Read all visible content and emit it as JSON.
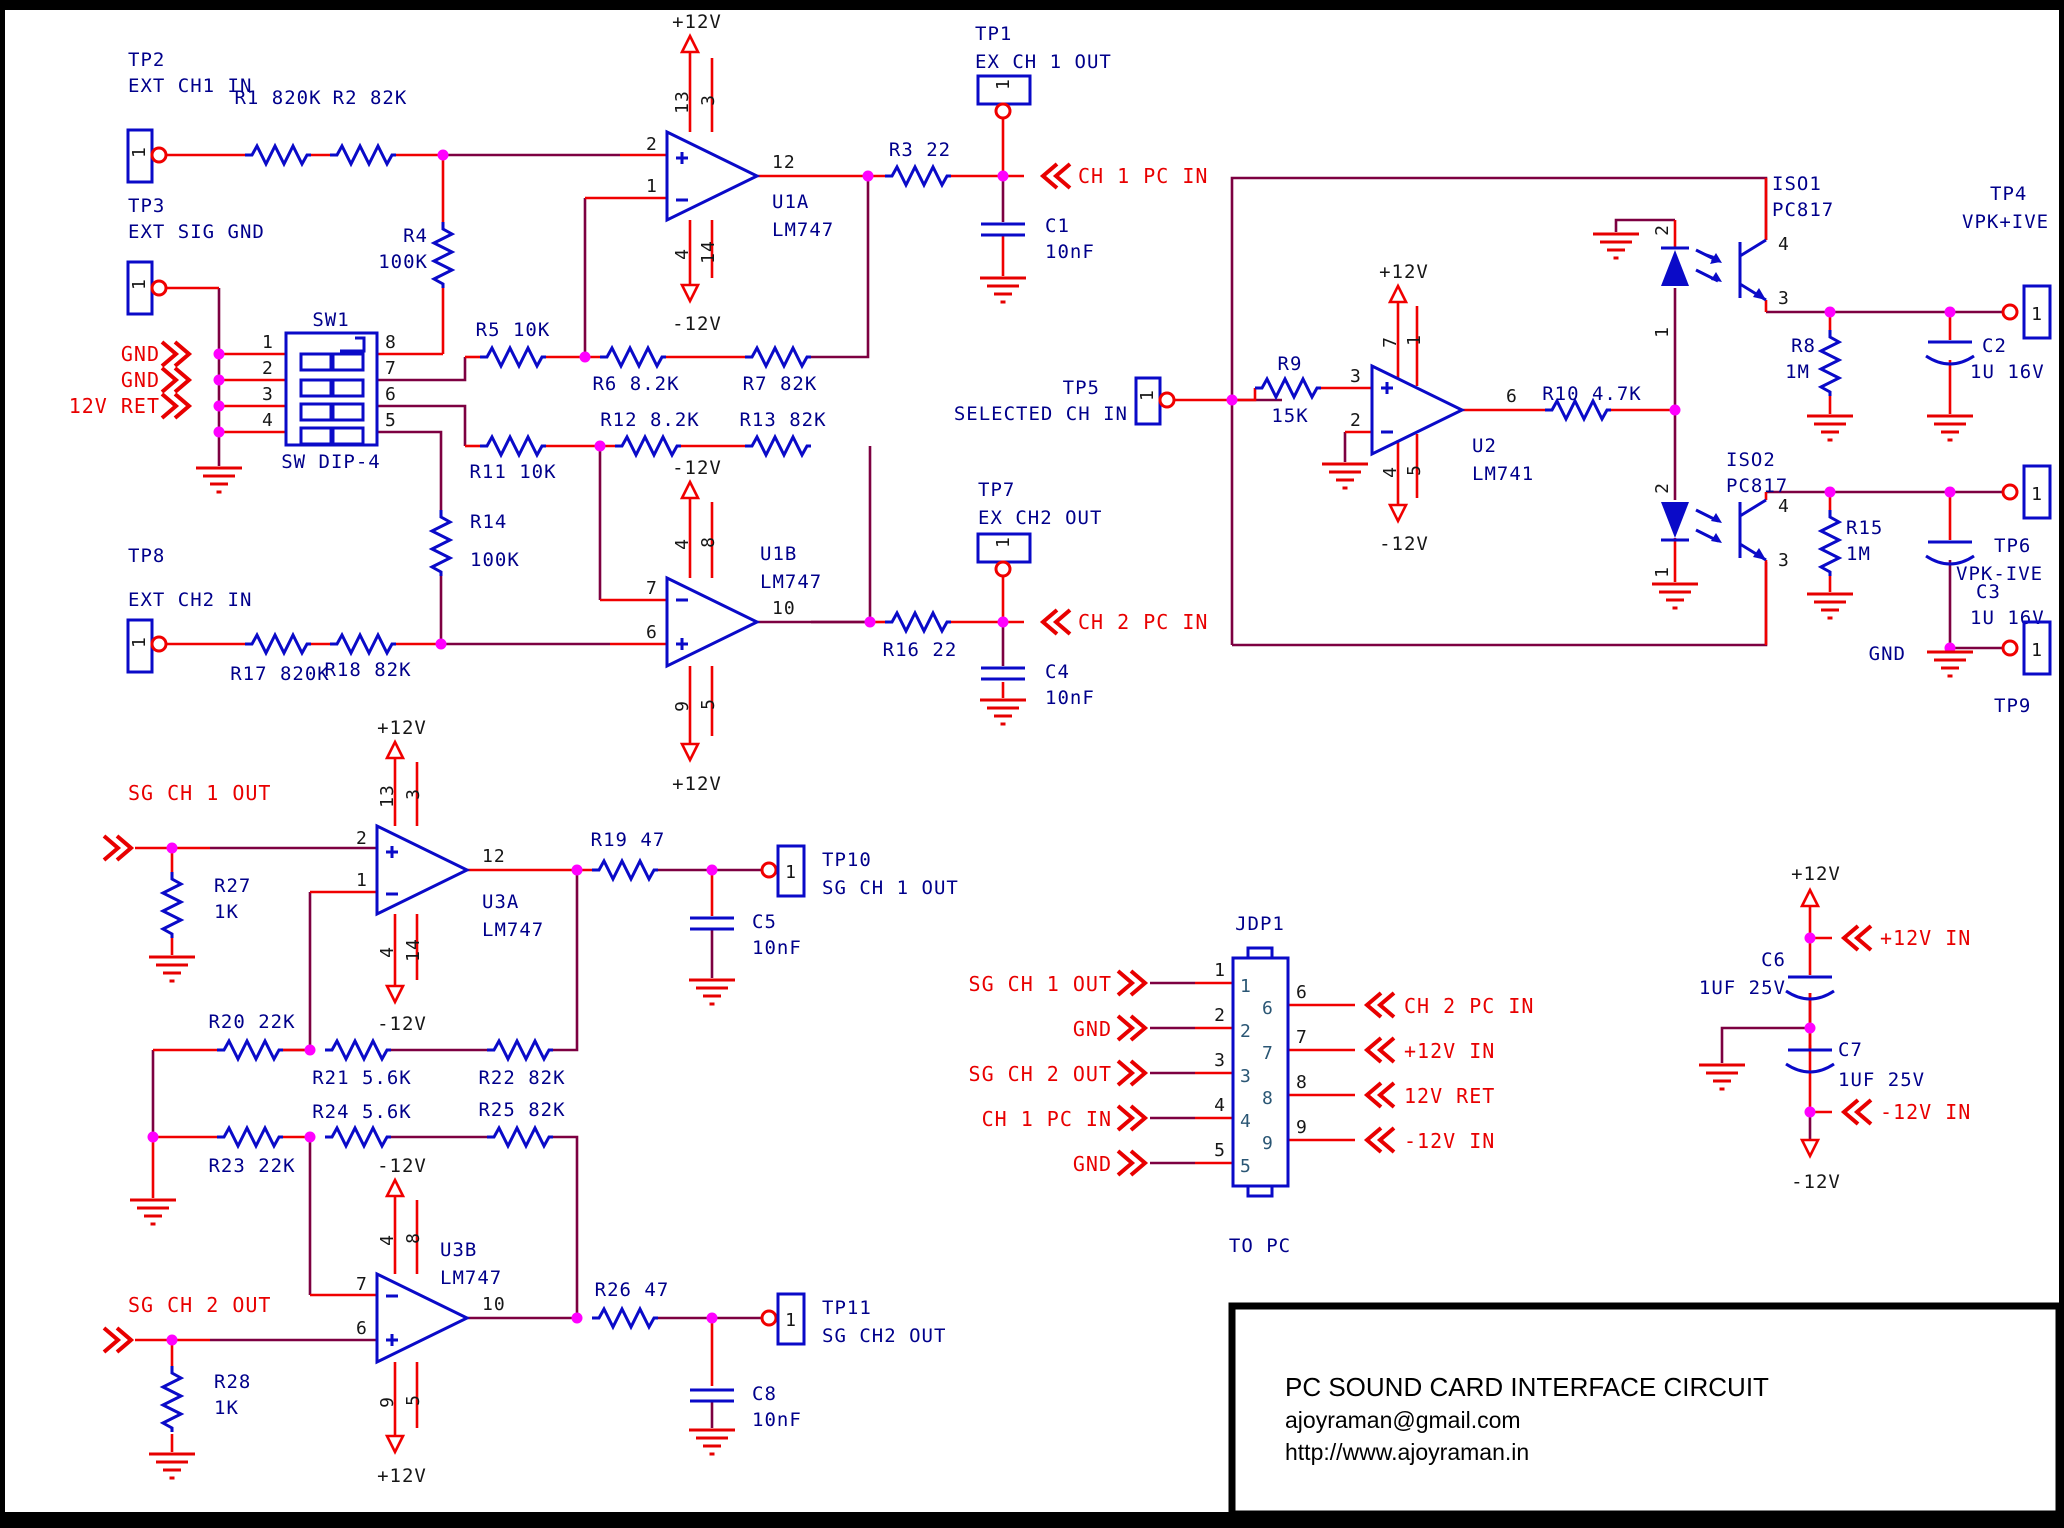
{
  "title_block": {
    "line1": "PC SOUND CARD INTERFACE CIRCUIT",
    "line2": "ajoyraman@gmail.com",
    "line3": "http://www.ajoyraman.in"
  },
  "power": {
    "p": "+12V",
    "m": "-12V"
  },
  "pins": {
    "1": "1",
    "2": "2",
    "3": "3",
    "4": "4",
    "5": "5",
    "6": "6",
    "7": "7",
    "8": "8",
    "9": "9",
    "10": "10",
    "12": "12",
    "13": "13",
    "14": "14"
  },
  "nets": {
    "gnd": "GND",
    "ret12": "12V RET",
    "ch1pc": "CH 1 PC IN",
    "ch2pc": "CH 2 PC IN",
    "sg1": "SG CH 1 OUT",
    "sg2": "SG CH 2 OUT",
    "p12in": "+12V IN",
    "m12in": "-12V IN"
  },
  "testpoints": {
    "tp1": {
      "ref": "TP1",
      "label": "EX CH 1 OUT"
    },
    "tp2": {
      "ref": "TP2",
      "label": "EXT CH1 IN"
    },
    "tp3": {
      "ref": "TP3",
      "label": "EXT SIG GND"
    },
    "tp4": {
      "ref": "TP4",
      "label": "VPK+IVE"
    },
    "tp5": {
      "ref": "TP5",
      "label": "SELECTED CH IN"
    },
    "tp6": {
      "ref": "TP6",
      "label": "VPK-IVE"
    },
    "tp7": {
      "ref": "TP7",
      "label": "EX CH2 OUT"
    },
    "tp8": {
      "ref": "TP8",
      "label": "EXT CH2 IN"
    },
    "tp9": {
      "ref": "TP9"
    },
    "tp10": {
      "ref": "TP10",
      "label": "SG CH 1 OUT"
    },
    "tp11": {
      "ref": "TP11",
      "label": "SG CH2 OUT"
    }
  },
  "resistors": {
    "r1": "R1 820K",
    "r2": "R2 82K",
    "r3": "R3 22",
    "r4_ref": "R4",
    "r4_val": "100K",
    "r5": "R5 10K",
    "r6": "R6 8.2K",
    "r7": "R7 82K",
    "r8_ref": "R8",
    "r8_val": "1M",
    "r9_ref": "R9",
    "r9_val": "15K",
    "r10": "R10 4.7K",
    "r11": "R11 10K",
    "r12": "R12 8.2K",
    "r13": "R13 82K",
    "r14_ref": "R14",
    "r14_val": "100K",
    "r15_ref": "R15",
    "r15_val": "1M",
    "r16": "R16 22",
    "r17": "R17 820K",
    "r18": "R18 82K",
    "r19": "R19 47",
    "r20": "R20 22K",
    "r21": "R21 5.6K",
    "r22": "R22 82K",
    "r23": "R23 22K",
    "r24": "R24 5.6K",
    "r25": "R25 82K",
    "r26": "R26 47",
    "r27_ref": "R27",
    "r27_val": "1K",
    "r28_ref": "R28",
    "r28_val": "1K"
  },
  "capacitors": {
    "c1_ref": "C1",
    "c1_val": "10nF",
    "c2_ref": "C2",
    "c2_val": "1U 16V",
    "c3_ref": "C3",
    "c3_val": "1U 16V",
    "c4_ref": "C4",
    "c4_val": "10nF",
    "c5_ref": "C5",
    "c5_val": "10nF",
    "c6_ref": "C6",
    "c6_val": "1UF 25V",
    "c7_ref": "C7",
    "c7_val": "1UF 25V",
    "c8_ref": "C8",
    "c8_val": "10nF"
  },
  "ics": {
    "u1a": "U1A",
    "u1b": "U1B",
    "u2": "U2",
    "u3a": "U3A",
    "u3b": "U3B",
    "lm747": "LM747",
    "lm741": "LM741",
    "iso1": "ISO1",
    "iso2": "ISO2",
    "pc817": "PC817"
  },
  "switch": {
    "name": "SW1",
    "type": "SW DIP-4"
  },
  "connector": {
    "name": "JDP1",
    "caption": "TO PC",
    "left": [
      "SG CH 1 OUT",
      "GND",
      "SG CH 2 OUT",
      "CH 1 PC IN",
      "GND"
    ],
    "right": [
      "CH 2 PC IN",
      "+12V IN",
      "12V RET",
      "-12V IN"
    ]
  },
  "colors": {
    "wire_red": "#f00000",
    "wire_dark": "#7d0041",
    "component_blue": "#0a0ac8",
    "label_navy": "#00008b",
    "net_red": "#e80000",
    "junction_magenta": "#ff00ff",
    "ground_red": "#e60000",
    "black": "#000000"
  }
}
